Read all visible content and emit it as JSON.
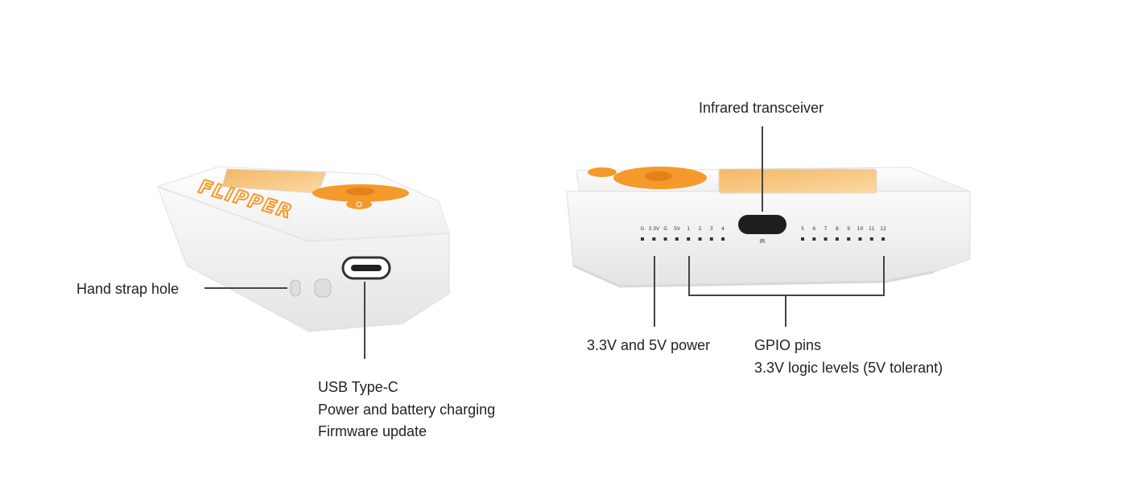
{
  "colors": {
    "orange": "#f39a2b",
    "orange_dark": "#e5811a",
    "screen": "#f8c77e",
    "body_white": "#f6f6f6",
    "leader": "#444444",
    "text": "#222222"
  },
  "device_left": {
    "logo_text": "FLIPPER"
  },
  "device_right": {
    "ir_mark": "IR",
    "pin_labels_left": [
      "G",
      "3.3V",
      "G",
      "5V",
      "1",
      "2",
      "3",
      "4"
    ],
    "pin_labels_right": [
      "5",
      "6",
      "7",
      "8",
      "9",
      "10",
      "11",
      "12"
    ]
  },
  "callouts": {
    "hand_strap": "Hand strap hole",
    "usb_title": "USB Type-C",
    "usb_line2": "Power and battery charging",
    "usb_line3": "Firmware update",
    "infrared": "Infrared transceiver",
    "power": "3.3V and 5V power",
    "gpio_title": "GPIO pins",
    "gpio_line2": "3.3V logic levels (5V tolerant)"
  }
}
